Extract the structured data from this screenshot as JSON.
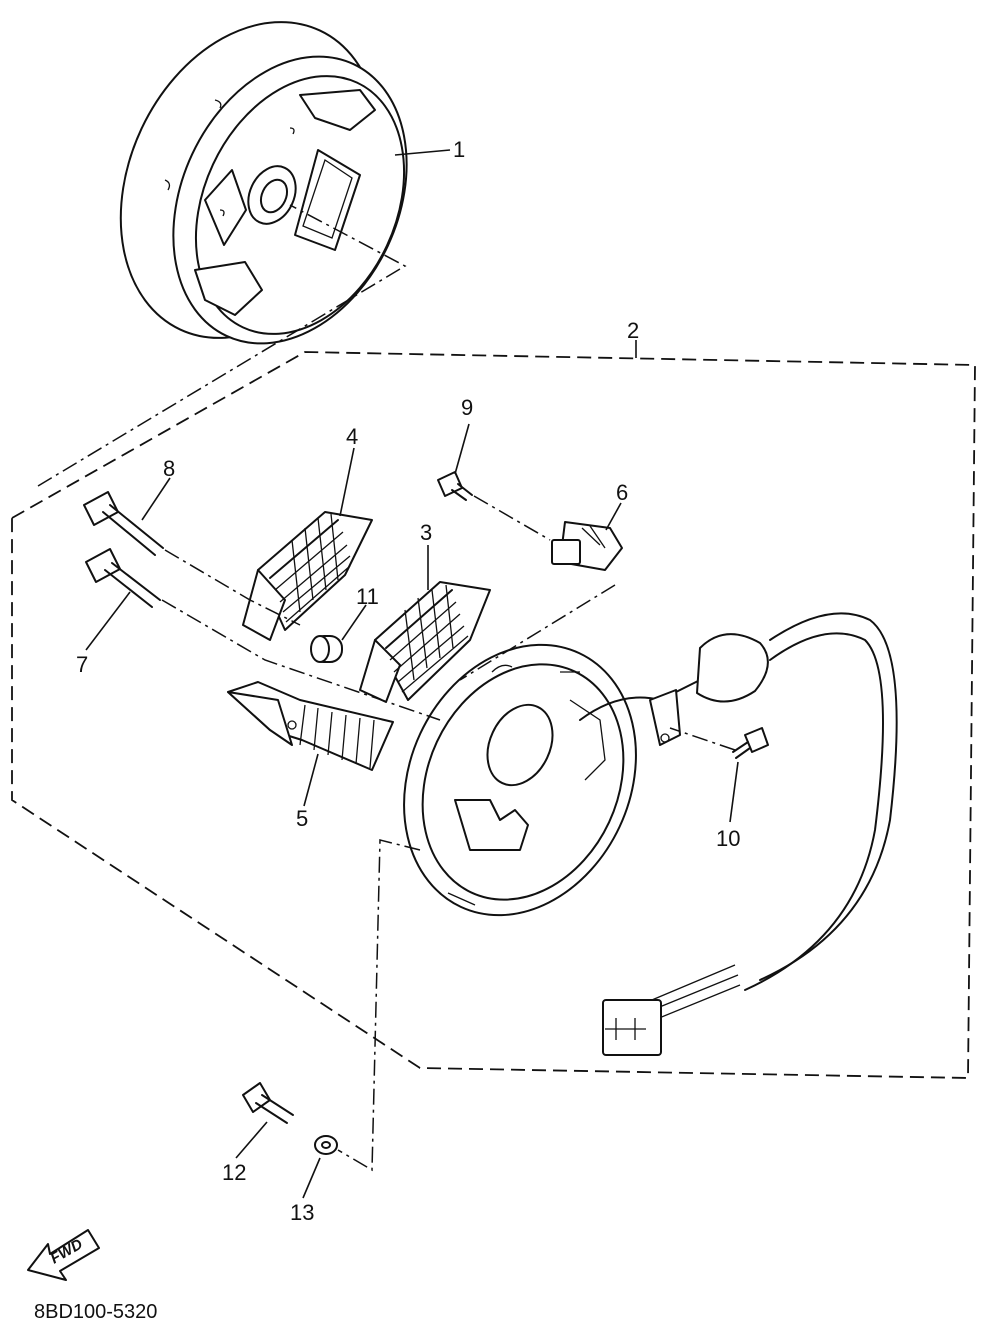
{
  "diagram": {
    "drawing_code": "8BD100-5320",
    "direction_badge": "FWD",
    "callouts": [
      "1",
      "2",
      "3",
      "4",
      "5",
      "6",
      "7",
      "8",
      "9",
      "10",
      "11",
      "12",
      "13"
    ]
  }
}
